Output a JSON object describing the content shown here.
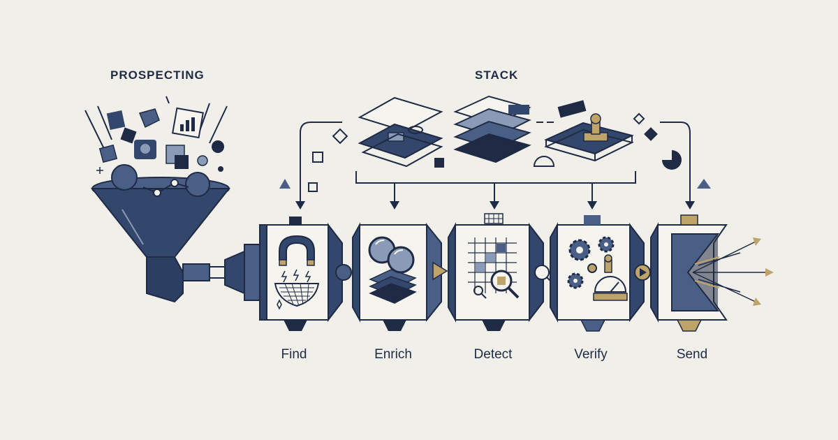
{
  "header": {
    "left_title": "PROSPECTING",
    "center_title": "STACK"
  },
  "steps": [
    {
      "label": "Find",
      "icon": "magnet-net-icon"
    },
    {
      "label": "Enrich",
      "icon": "layered-lenses-icon"
    },
    {
      "label": "Detect",
      "icon": "grid-magnifier-icon"
    },
    {
      "label": "Verify",
      "icon": "gears-gauge-icon"
    },
    {
      "label": "Send",
      "icon": "output-arrows-icon"
    }
  ],
  "colors": {
    "background": "#f1efe9",
    "navy": "#1f2a44",
    "slate": "#4a5f86",
    "light_slate": "#8a9bb8",
    "gold": "#bfa46a",
    "panel": "#f6f4ee"
  }
}
